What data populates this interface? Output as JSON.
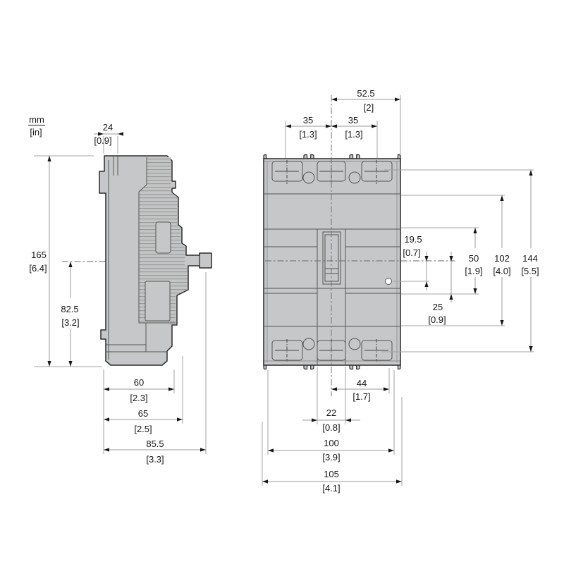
{
  "drawing": {
    "type": "circuit-breaker dimension drawing",
    "views": [
      "side view",
      "front view"
    ]
  },
  "units": {
    "mm": "mm",
    "in": "[in]"
  },
  "side_view": {
    "dims": {
      "handle_depth": {
        "mm": "24",
        "in": "[0.9]"
      },
      "height": {
        "mm": "165",
        "in": "[6.4]"
      },
      "center_height": {
        "mm": "82.5",
        "in": "[3.2]"
      },
      "body_depth": {
        "mm": "60",
        "in": "[2.3]"
      },
      "front_depth": {
        "mm": "65",
        "in": "[2.5]"
      },
      "total_depth": {
        "mm": "85.5",
        "in": "[3.3]"
      }
    }
  },
  "front_view": {
    "dims": {
      "half_width": {
        "mm": "52.5",
        "in": "[2]"
      },
      "pole_pitch_left": {
        "mm": "35",
        "in": "[1.3]"
      },
      "pole_pitch_right": {
        "mm": "35",
        "in": "[1.3]"
      },
      "hole_offset": {
        "mm": "19.5",
        "in": "[0.7]"
      },
      "window_height": {
        "mm": "50",
        "in": "[1.9]"
      },
      "section_height": {
        "mm": "102",
        "in": "[4.0]"
      },
      "terminal_span": {
        "mm": "144",
        "in": "[5.5]"
      },
      "quarter_height": {
        "mm": "25",
        "in": "[0.9]"
      },
      "foot_offset": {
        "mm": "44",
        "in": "[1.7]"
      },
      "slot_width": {
        "mm": "22",
        "in": "[0.8]"
      },
      "base_width": {
        "mm": "100",
        "in": "[3.9]"
      },
      "overall_width": {
        "mm": "105",
        "in": "[4.1]"
      }
    }
  },
  "colors": {
    "body_fill": "#c6c7c8",
    "outline": "#2b2b2b",
    "inner_line": "#555555",
    "dim_line": "#a3a3a3",
    "text": "#161616",
    "background": "#ffffff"
  }
}
